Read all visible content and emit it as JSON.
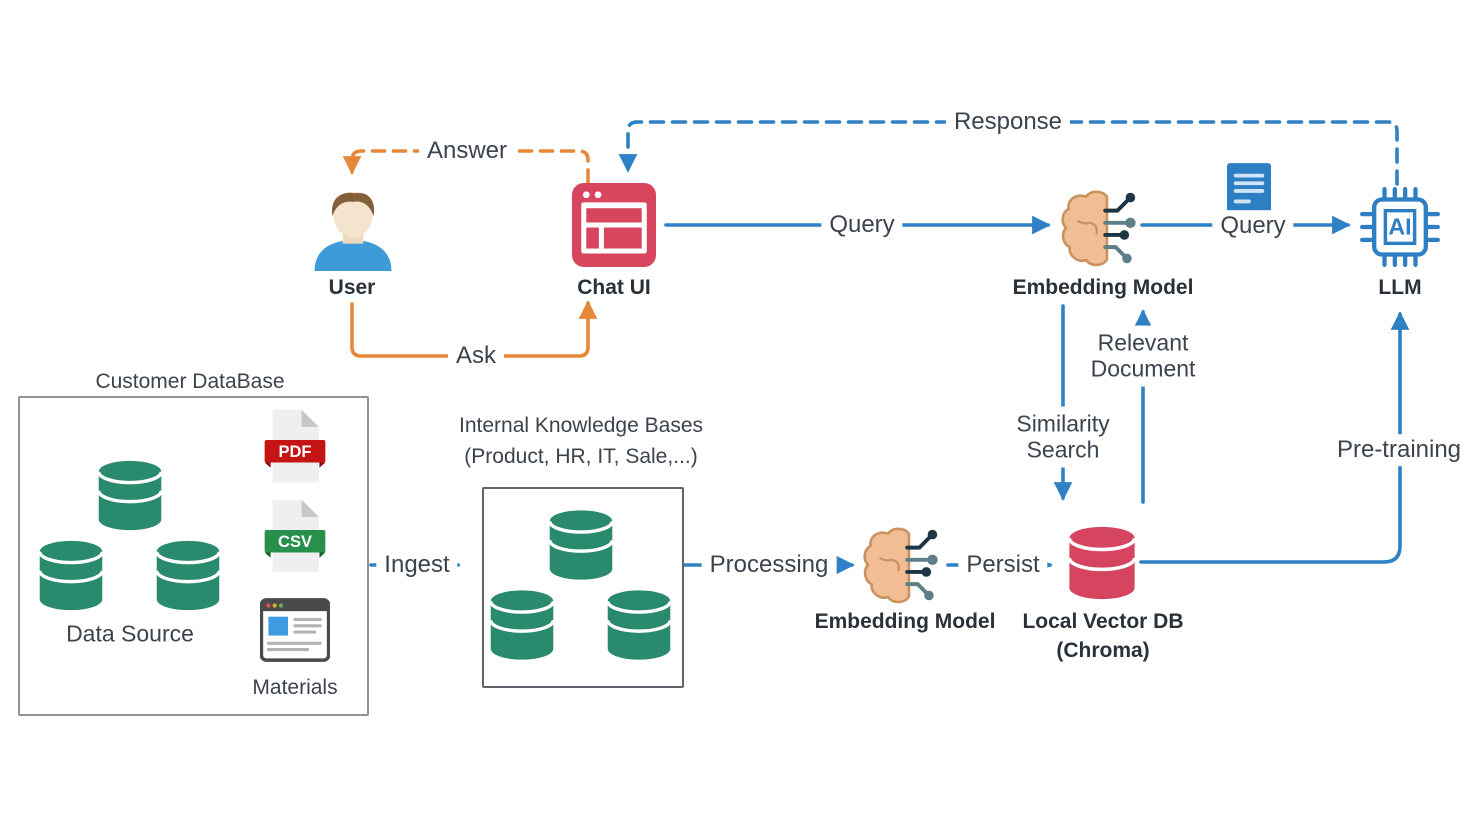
{
  "nodes": {
    "user": {
      "label": "User"
    },
    "chat_ui": {
      "label": "Chat UI"
    },
    "embedding_model_top": {
      "label": "Embedding Model"
    },
    "llm": {
      "label": "LLM",
      "chip_text": "AI"
    },
    "customer_database": {
      "title": "Customer DataBase",
      "data_source_label": "Data Source",
      "materials_label": "Materials",
      "pdf_badge": "PDF",
      "csv_badge": "CSV"
    },
    "internal_kb": {
      "title": "Internal Knowledge Bases",
      "subtitle": "(Product, HR, IT, Sale,...)"
    },
    "embedding_model_bottom": {
      "label": "Embedding Model"
    },
    "local_vector_db": {
      "label": "Local Vector DB",
      "sublabel": "(Chroma)"
    }
  },
  "edges": {
    "answer": {
      "label": "Answer"
    },
    "ask": {
      "label": "Ask"
    },
    "query_chat_to_embedding": {
      "label": "Query"
    },
    "query_embedding_to_llm": {
      "label": "Query"
    },
    "response": {
      "label": "Response"
    },
    "similarity_search": {
      "line1": "Similarity",
      "line2": "Search"
    },
    "relevant_document": {
      "line1": "Relevant",
      "line2": "Document"
    },
    "ingest": {
      "label": "Ingest"
    },
    "processing": {
      "label": "Processing"
    },
    "persist": {
      "label": "Persist"
    },
    "pretraining": {
      "label": "Pre-training"
    }
  },
  "colors": {
    "arrow_orange": "#E78838",
    "arrow_blue": "#2F80C4",
    "text_dark": "#3C434C",
    "green_db": "#2A8A6D",
    "red_db": "#D6455F",
    "chat_ui_red": "#D8455F",
    "pdf_red": "#C51414",
    "csv_green": "#27904C",
    "llm_blue": "#2E7EC4",
    "brain_fill": "#F1BD95"
  }
}
